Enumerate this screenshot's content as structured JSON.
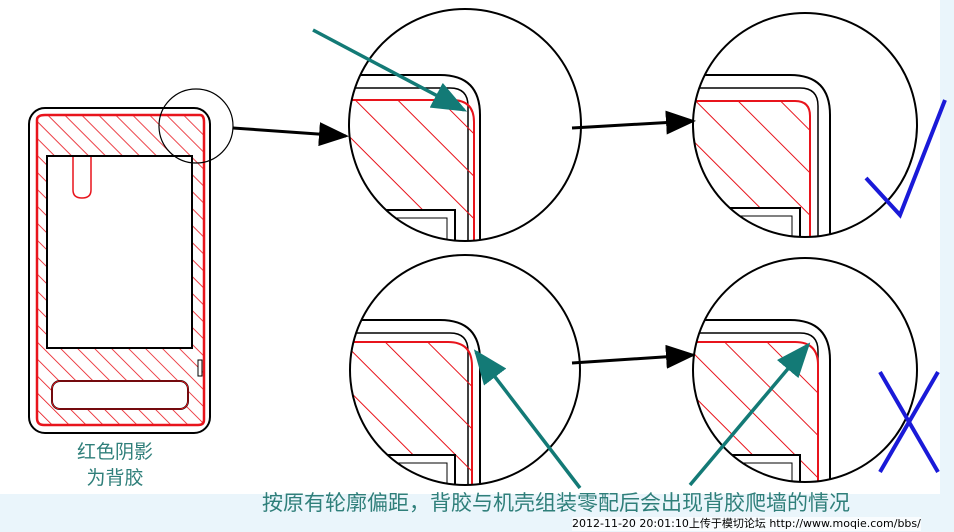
{
  "label": {
    "line1": "红色阴影",
    "line2": "为背胶"
  },
  "caption": "按原有轮廓偏距，背胶与机壳组装零配后会出现背胶爬墙的情况",
  "watermark": "2012-11-20 20:01:10上传于模切论坛 http://www.moqie.com/bbs/",
  "colors": {
    "adhesive": "#e8141c",
    "arrow": "#137a76",
    "check": "#1a1ad8",
    "text": "#2f7f7a",
    "band": "#eaf5fb"
  },
  "marks": {
    "top_result": "check",
    "bottom_result": "cross"
  }
}
